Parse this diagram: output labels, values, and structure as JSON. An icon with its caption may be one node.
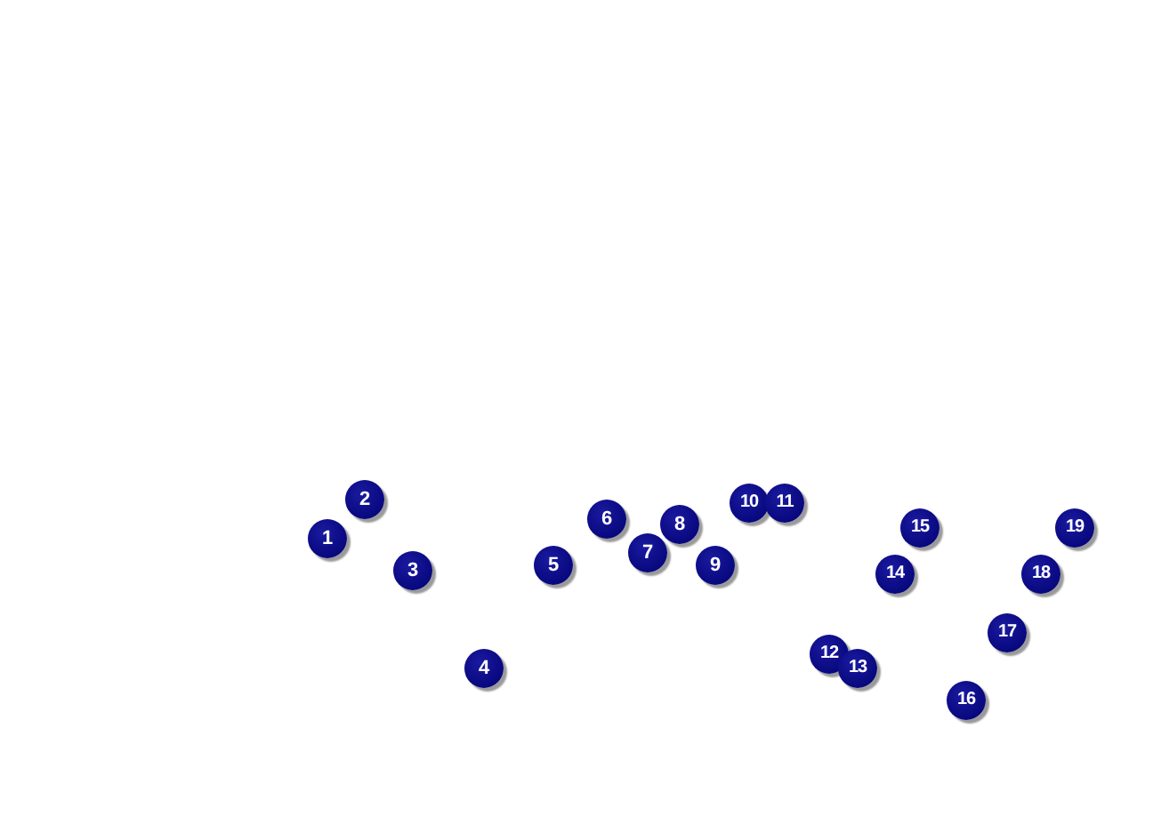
{
  "diagram": {
    "labels": [
      "1",
      "2",
      "3",
      "4",
      "5",
      "6",
      "7",
      "8",
      "9",
      "10",
      "11",
      "12",
      "13",
      "14",
      "15",
      "16",
      "17",
      "18",
      "19"
    ]
  }
}
